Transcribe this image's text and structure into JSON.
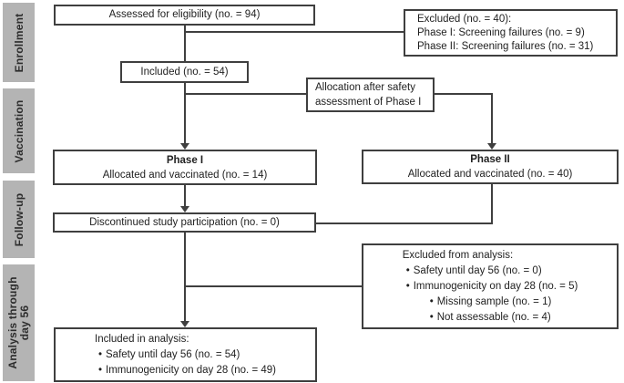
{
  "colors": {
    "background": "#ffffff",
    "sidebar_fill": "#b4b4b4",
    "sidebar_text": "#2d2d2d",
    "box_border": "#3f3f3f",
    "line": "#3f3f3f",
    "text": "#1f1f1f"
  },
  "glyphs": {
    "bullet": "•"
  },
  "sidebar": {
    "stages": [
      {
        "label": "Enrollment"
      },
      {
        "label": "Vaccination"
      },
      {
        "label": "Follow-up"
      },
      {
        "label": "Analysis through day 56"
      }
    ]
  },
  "flow": {
    "assessed": {
      "text": "Assessed for eligibility (no. = 94)"
    },
    "excluded_enrollment": {
      "lines": [
        "Excluded (no. = 40):",
        "Phase I: Screening failures (no. = 9)",
        "Phase II: Screening failures (no. = 31)"
      ]
    },
    "included": {
      "text": "Included (no. = 54)"
    },
    "allocation": {
      "lines": [
        "Allocation after safety",
        "assessment of Phase I"
      ]
    },
    "phase1": {
      "title": "Phase I",
      "subtitle": "Allocated and vaccinated (no. = 14)"
    },
    "phase2": {
      "title": "Phase II",
      "subtitle": "Allocated and vaccinated (no. = 40)"
    },
    "discontinued": {
      "text": "Discontinued study participation (no. = 0)"
    },
    "excluded_analysis": {
      "header": "Excluded from analysis:",
      "items": [
        {
          "text": "Safety until day 56 (no. = 0)",
          "level": 1
        },
        {
          "text": "Immunogenicity on day 28 (no. = 5)",
          "level": 1
        },
        {
          "text": "Missing sample (no. = 1)",
          "level": 2
        },
        {
          "text": "Not assessable (no. = 4)",
          "level": 2
        }
      ]
    },
    "included_analysis": {
      "header": "Included in analysis:",
      "items": [
        {
          "text": "Safety until day 56 (no. = 54)",
          "level": 1
        },
        {
          "text": "Immunogenicity on day 28 (no. = 49)",
          "level": 1
        }
      ]
    }
  }
}
